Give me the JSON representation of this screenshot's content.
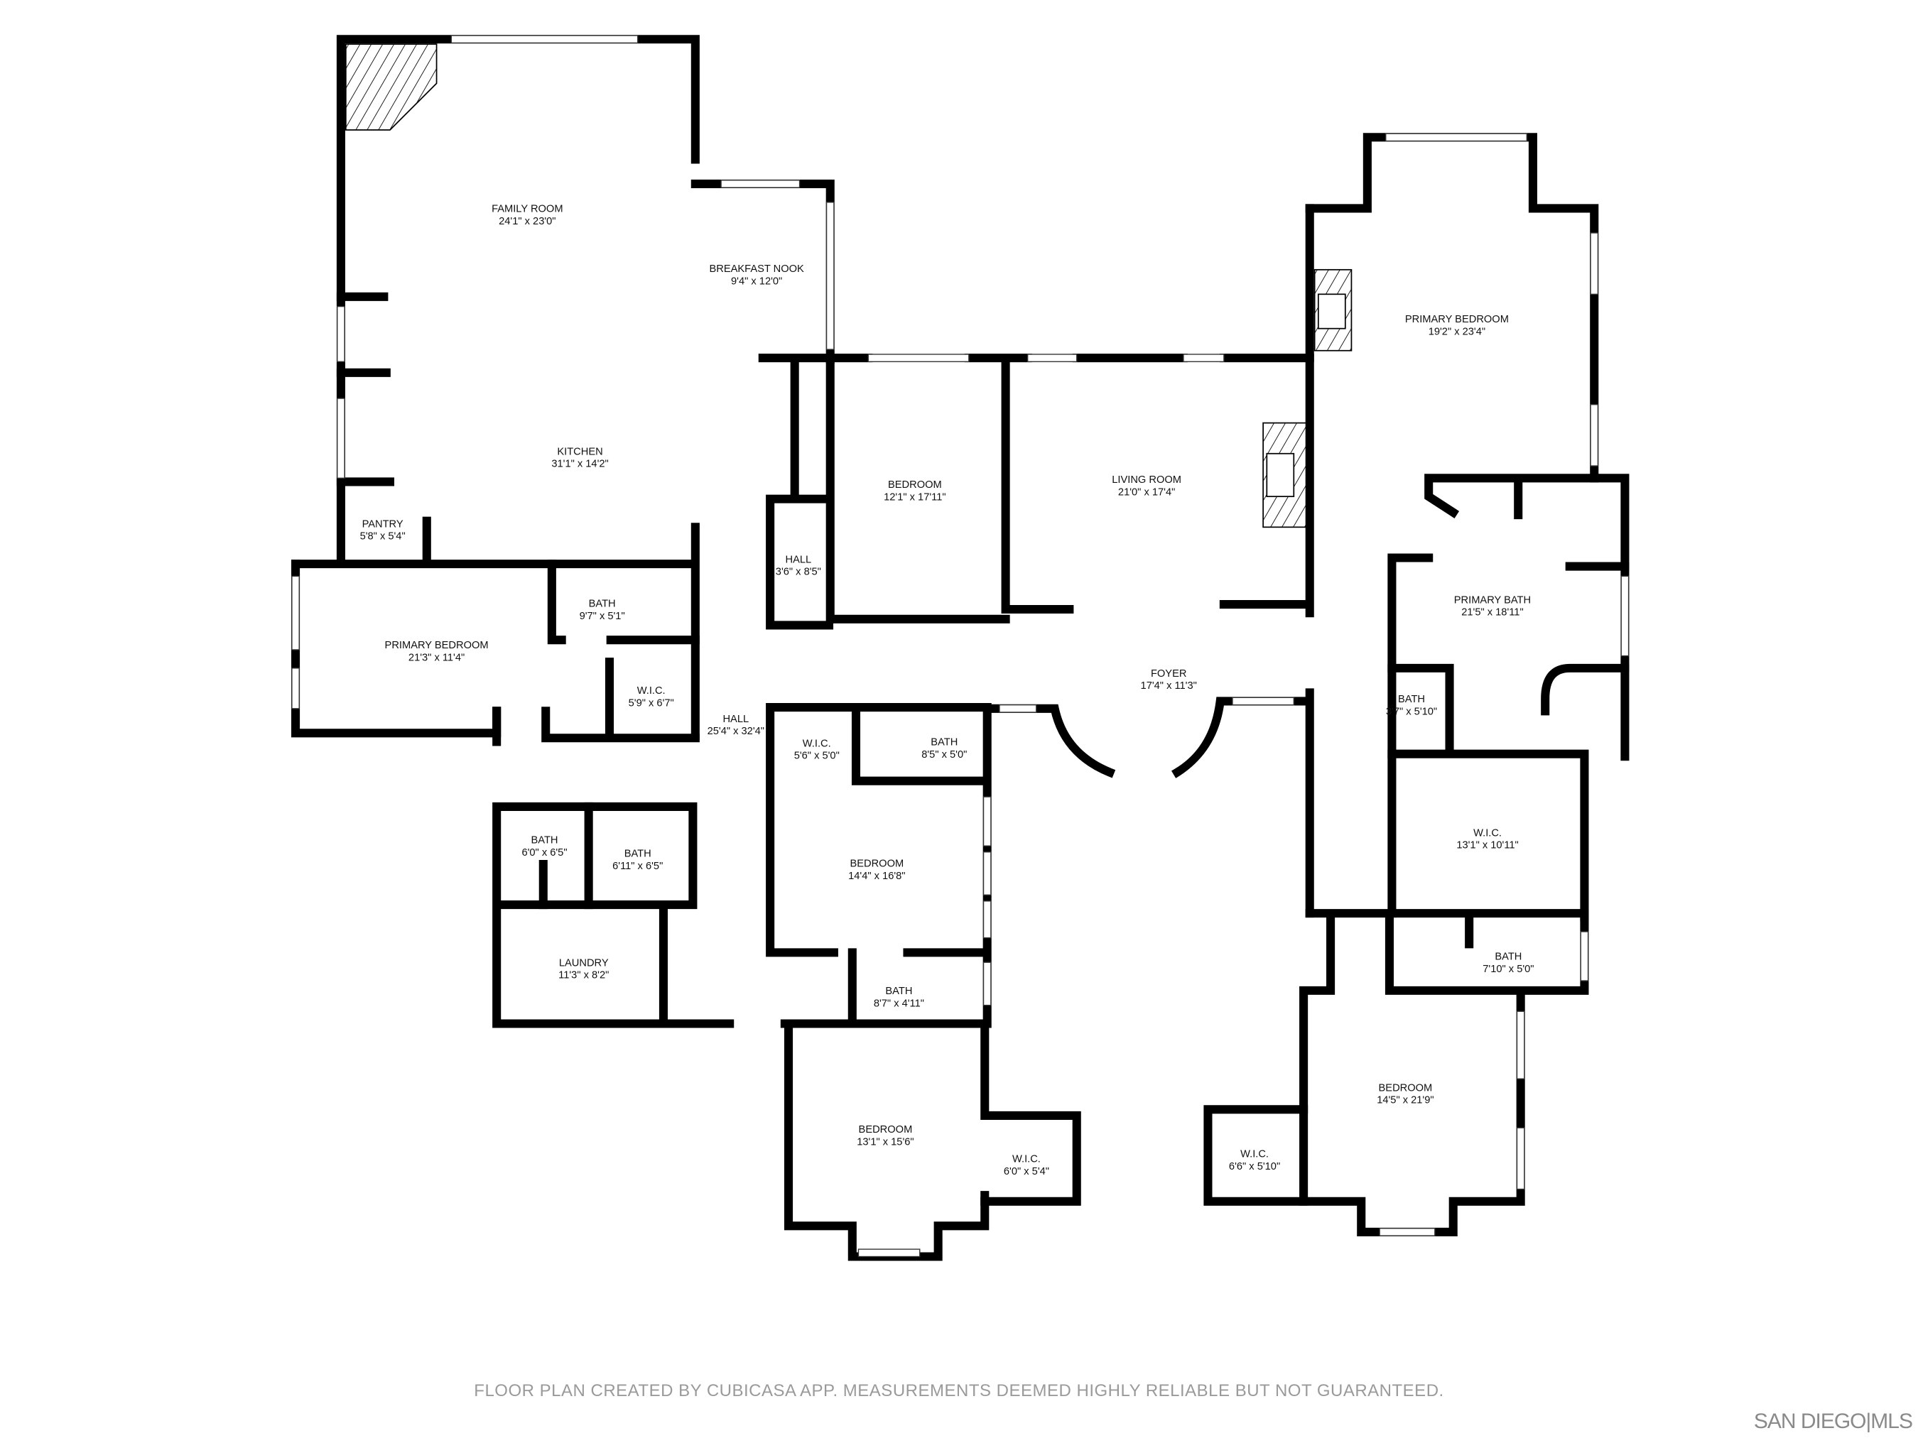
{
  "rooms": [
    {
      "name": "FAMILY ROOM",
      "size": "24'1\" x 23'0\""
    },
    {
      "name": "BREAKFAST NOOK",
      "size": "9'4\" x 12'0\""
    },
    {
      "name": "KITCHEN",
      "size": "31'1\" x 14'2\""
    },
    {
      "name": "PANTRY",
      "size": "5'8\" x 5'4\""
    },
    {
      "name": "HALL",
      "size": "3'6\" x 8'5\""
    },
    {
      "name": "BEDROOM",
      "size": "12'1\" x 17'11\""
    },
    {
      "name": "LIVING ROOM",
      "size": "21'0\" x 17'4\""
    },
    {
      "name": "PRIMARY BEDROOM",
      "size": "19'2\" x 23'4\""
    },
    {
      "name": "PRIMARY BATH",
      "size": "21'5\" x 18'11\""
    },
    {
      "name": "BATH",
      "size": "9'7\" x 5'1\""
    },
    {
      "name": "PRIMARY BEDROOM",
      "size": "21'3\" x 11'4\""
    },
    {
      "name": "W.I.C.",
      "size": "5'9\" x 6'7\""
    },
    {
      "name": "HALL",
      "size": "25'4\" x 32'4\""
    },
    {
      "name": "FOYER",
      "size": "17'4\" x 11'3\""
    },
    {
      "name": "BATH",
      "size": "3'7\" x 5'10\""
    },
    {
      "name": "W.I.C.",
      "size": "5'6\" x 5'0\""
    },
    {
      "name": "BATH",
      "size": "8'5\" x 5'0\""
    },
    {
      "name": "BATH",
      "size": "6'0\" x 6'5\""
    },
    {
      "name": "BATH",
      "size": "6'11\" x 6'5\""
    },
    {
      "name": "BEDROOM",
      "size": "14'4\" x 16'8\""
    },
    {
      "name": "W.I.C.",
      "size": "13'1\" x 10'11\""
    },
    {
      "name": "LAUNDRY",
      "size": "11'3\" x 8'2\""
    },
    {
      "name": "BATH",
      "size": "7'10\" x 5'0\""
    },
    {
      "name": "BATH",
      "size": "8'7\" x 4'11\""
    },
    {
      "name": "BEDROOM",
      "size": "14'5\" x 21'9\""
    },
    {
      "name": "BEDROOM",
      "size": "13'1\" x 15'6\""
    },
    {
      "name": "W.I.C.",
      "size": "6'0\" x 5'4\""
    },
    {
      "name": "W.I.C.",
      "size": "6'6\" x 5'10\""
    }
  ],
  "footer": {
    "disclaimer": "FLOOR PLAN CREATED BY CUBICASA APP. MEASUREMENTS DEEMED HIGHLY RELIABLE BUT NOT GUARANTEED."
  },
  "logo": {
    "text": "SAN DIEGO|MLS"
  }
}
